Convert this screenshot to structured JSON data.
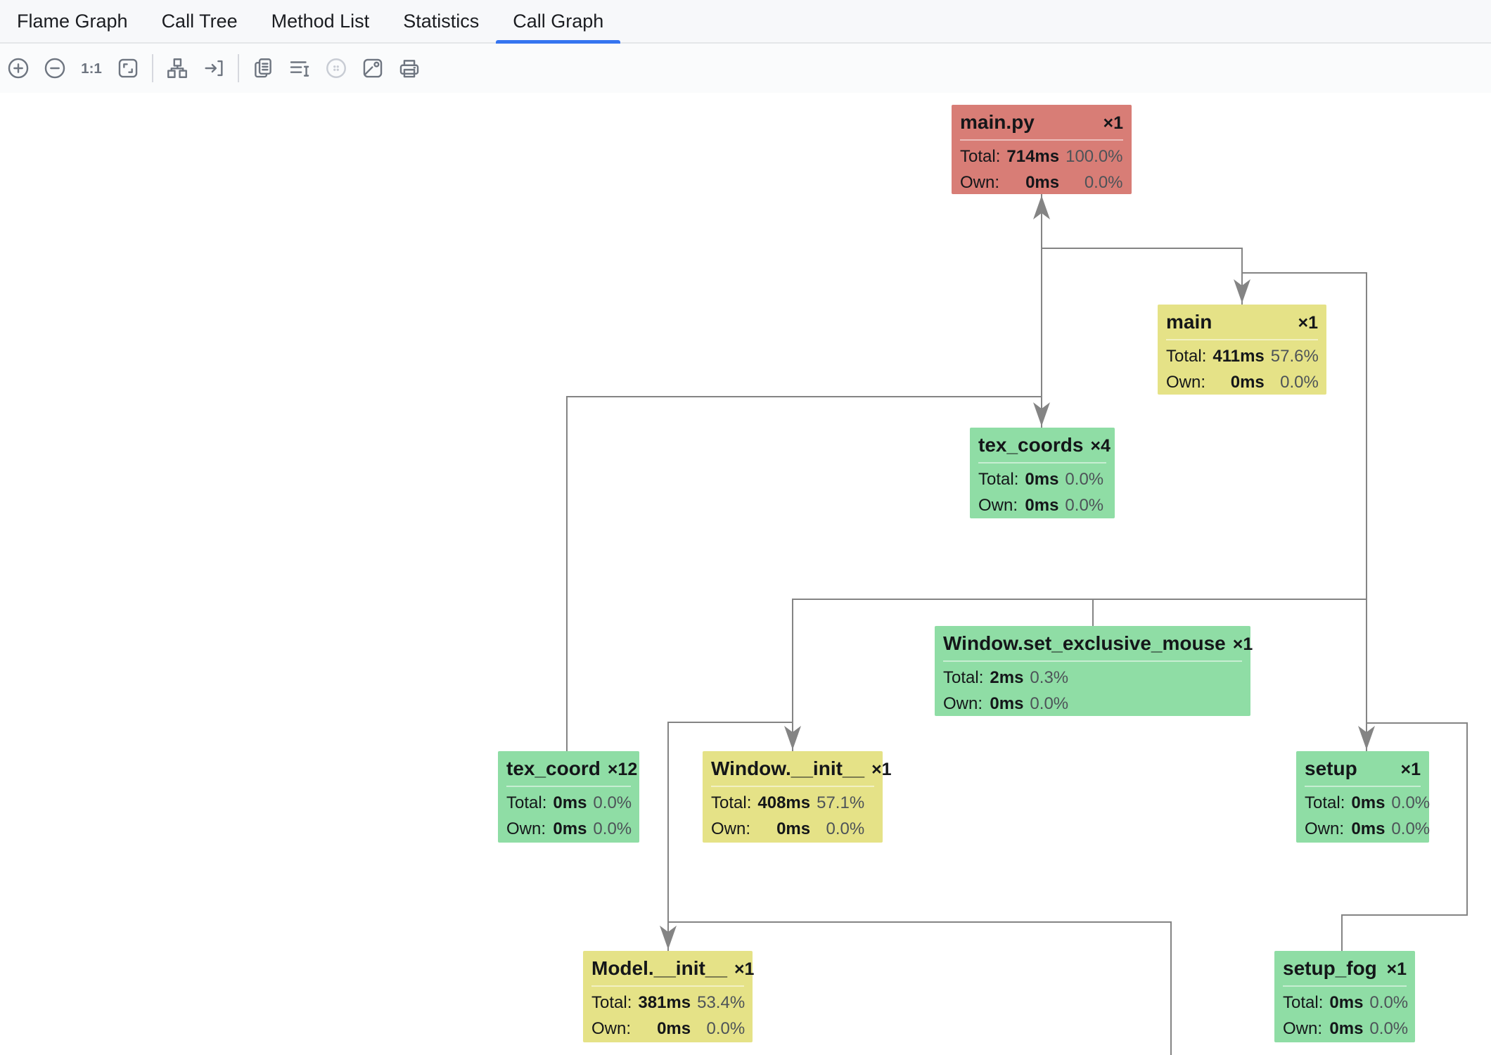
{
  "tabs": [
    {
      "id": "flame-graph",
      "label": "Flame Graph",
      "active": false
    },
    {
      "id": "call-tree",
      "label": "Call Tree",
      "active": false
    },
    {
      "id": "method-list",
      "label": "Method List",
      "active": false
    },
    {
      "id": "statistics",
      "label": "Statistics",
      "active": false
    },
    {
      "id": "call-graph",
      "label": "Call Graph",
      "active": true
    }
  ],
  "toolbar": {
    "items": [
      {
        "type": "button",
        "name": "zoom-in-icon"
      },
      {
        "type": "button",
        "name": "zoom-out-icon"
      },
      {
        "type": "button",
        "name": "actual-size-icon",
        "label": "1:1"
      },
      {
        "type": "button",
        "name": "fit-content-icon"
      },
      {
        "type": "separator"
      },
      {
        "type": "button",
        "name": "layout-graph-icon"
      },
      {
        "type": "button",
        "name": "focus-selection-icon"
      },
      {
        "type": "separator"
      },
      {
        "type": "button",
        "name": "copy-icon"
      },
      {
        "type": "button",
        "name": "filter-methods-icon"
      },
      {
        "type": "button",
        "name": "options-icon",
        "disabled": true
      },
      {
        "type": "button",
        "name": "export-image-icon"
      },
      {
        "type": "button",
        "name": "print-icon"
      }
    ]
  },
  "graph": {
    "row_labels": {
      "total": "Total:",
      "own": "Own:"
    },
    "nodes": [
      {
        "id": "main-py",
        "name": "main.py",
        "count": "×1",
        "color": "red",
        "total_ms": "714ms",
        "total_pct": "100.0%",
        "own_ms": "0ms",
        "own_pct": "0.0%"
      },
      {
        "id": "main",
        "name": "main",
        "count": "×1",
        "color": "yellow",
        "total_ms": "411ms",
        "total_pct": "57.6%",
        "own_ms": "0ms",
        "own_pct": "0.0%"
      },
      {
        "id": "tex-coords",
        "name": "tex_coords",
        "count": "×4",
        "color": "green",
        "total_ms": "0ms",
        "total_pct": "0.0%",
        "own_ms": "0ms",
        "own_pct": "0.0%"
      },
      {
        "id": "window-set-exclusive-mouse",
        "name": "Window.set_exclusive_mouse",
        "count": "×1",
        "color": "green",
        "total_ms": "2ms",
        "total_pct": "0.3%",
        "own_ms": "0ms",
        "own_pct": "0.0%"
      },
      {
        "id": "tex-coord",
        "name": "tex_coord",
        "count": "×12",
        "color": "green",
        "total_ms": "0ms",
        "total_pct": "0.0%",
        "own_ms": "0ms",
        "own_pct": "0.0%"
      },
      {
        "id": "window-init",
        "name": "Window.__init__",
        "count": "×1",
        "color": "yellow",
        "total_ms": "408ms",
        "total_pct": "57.1%",
        "own_ms": "0ms",
        "own_pct": "0.0%"
      },
      {
        "id": "setup",
        "name": "setup",
        "count": "×1",
        "color": "green",
        "total_ms": "0ms",
        "total_pct": "0.0%",
        "own_ms": "0ms",
        "own_pct": "0.0%"
      },
      {
        "id": "model-init",
        "name": "Model.__init__",
        "count": "×1",
        "color": "yellow",
        "total_ms": "381ms",
        "total_pct": "53.4%",
        "own_ms": "0ms",
        "own_pct": "0.0%"
      },
      {
        "id": "setup-fog",
        "name": "setup_fog",
        "count": "×1",
        "color": "green",
        "total_ms": "0ms",
        "total_pct": "0.0%",
        "own_ms": "0ms",
        "own_pct": "0.0%"
      }
    ]
  },
  "colors": {
    "accent": "#3574f0",
    "node_red": "#d87d76",
    "node_yellow": "#e5e287",
    "node_green": "#8fdda5",
    "edge": "#848484",
    "icon": "#6e7580",
    "icon_disabled": "#c8ccd4"
  }
}
